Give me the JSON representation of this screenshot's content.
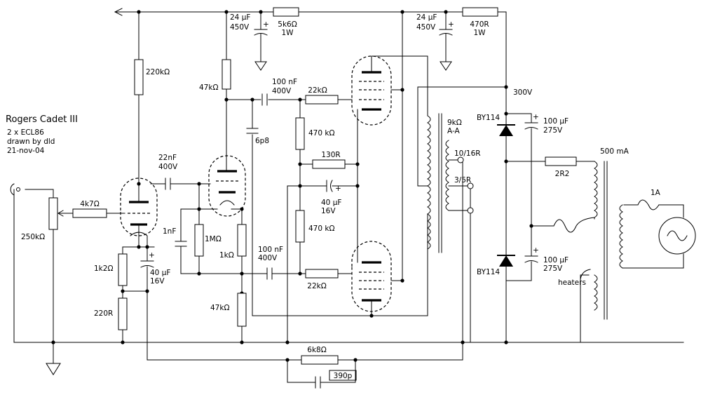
{
  "title": "Rogers Cadet III",
  "subtitle": [
    "2 x ECL86",
    "drawn by dld",
    "21-nov-04"
  ],
  "labels": {
    "r_220k": "220kΩ",
    "r_47k_top": "47kΩ",
    "c_24u_1_a": "24 µF",
    "c_24u_1_b": "450V",
    "r_5k6_a": "5k6Ω",
    "r_5k6_b": "1W",
    "c_24u_2_a": "24 µF",
    "c_24u_2_b": "450V",
    "r_470r_a": "470R",
    "r_470r_b": "1W",
    "hv": "300V",
    "c_100n_top_a": "100 nF",
    "c_100n_top_b": "400V",
    "r_22k_top": "22kΩ",
    "c_6p8": "6p8",
    "r_470k_top": "470 kΩ",
    "r_130r": "130R",
    "c_40u_mid_a": "40 µF",
    "c_40u_mid_b": "16V",
    "r_470k_bot": "470 kΩ",
    "c_100n_bot_a": "100 nF",
    "c_100n_bot_b": "400V",
    "r_22k_bot": "22kΩ",
    "c_22n_a": "22nF",
    "c_22n_b": "400V",
    "r_4k7": "4k7Ω",
    "pot_250k": "250kΩ",
    "c_1n": "1nF",
    "r_1m": "1MΩ",
    "r_1k": "1kΩ",
    "r_47k_bot": "47kΩ",
    "r_1k2": "1k2Ω",
    "c_40u_left_a": "40 µF",
    "c_40u_left_b": "16V",
    "r_220r": "220R",
    "r_6k8": "6k8Ω",
    "c_390p": "390p",
    "ot_a": "9kΩ",
    "ot_b": "A-A",
    "tap_1": "10/16R",
    "tap_2": "3/5R",
    "d1": "BY114",
    "d2": "BY114",
    "c_100u_1_a": "100 µF",
    "c_100u_1_b": "275V",
    "c_100u_2_a": "100 µF",
    "c_100u_2_b": "275V",
    "r_2r2": "2R2",
    "sec_current": "500 mA",
    "fuse": "1A",
    "heaters": "heaters",
    "plus": "+"
  }
}
